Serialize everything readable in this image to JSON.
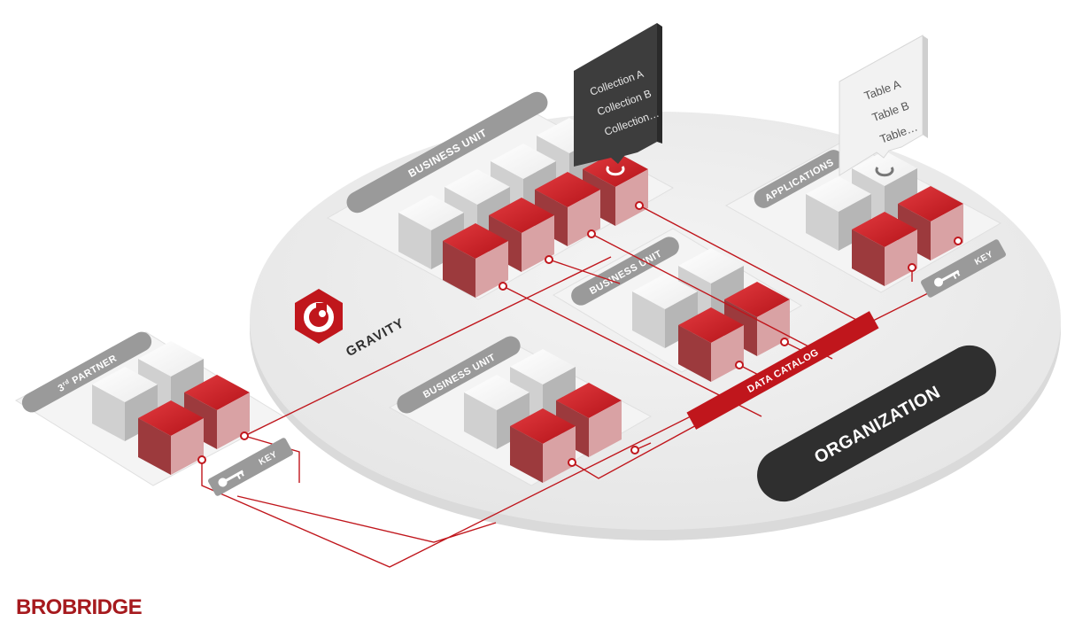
{
  "colors": {
    "accent_red": "#c0161c",
    "dark_red": "#8e1014",
    "pill_gray": "#9a9a9a",
    "org_bg": "#2f2f2f",
    "platform": "#ececec"
  },
  "labels": {
    "business_unit_1": "BUSINESS UNIT",
    "business_unit_2": "BUSINESS UNIT",
    "business_unit_3": "BUSINESS UNIT",
    "applications": "APPLICATIONS",
    "partner_prefix": "3",
    "partner_sup": "rd",
    "partner_suffix": " PARTNER",
    "key_left": "KEY",
    "key_right": "KEY",
    "data_catalog": "DATA CATALOG",
    "organization": "ORGANIZATION",
    "gravity": "GRAVITY"
  },
  "popups": {
    "collections": [
      "Collection A",
      "Collection B",
      "Collection…"
    ],
    "tables": [
      "Table A",
      "Table B",
      "Table…"
    ]
  },
  "icons": [
    "gravity-logo-icon",
    "key-icon",
    "refresh-icon"
  ],
  "brand": "BROBRIDGE"
}
